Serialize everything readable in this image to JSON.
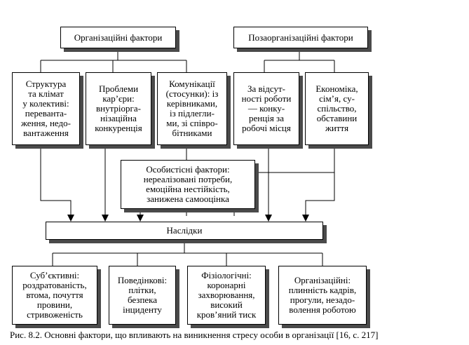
{
  "diagram": {
    "headers": {
      "organizational": "Організаційні фактори",
      "non_organizational": "Позаорганізаційні фактори"
    },
    "factors": [
      {
        "key": "structure",
        "text": "Структура\nта клімат\nу колективі:\nперевантa-\nження, недо-\nвантаження"
      },
      {
        "key": "career",
        "text": "Проблеми\nкар’єри:\nвнутріорга-\nнізаційна\nконкуренція"
      },
      {
        "key": "communication",
        "text": "Комунікації\n(стосунки): із\nкерівниками,\nіз підлегли-\nми, зі співро-\nбітниками"
      },
      {
        "key": "unemployment",
        "text": "За відсут-\nності роботи\n— конку-\nренція за\nробочі місця"
      },
      {
        "key": "economy",
        "text": "Економіка,\nсім’я, су-\nспільство,\nобставини\nжиття"
      }
    ],
    "personal_factors": "Особистісні фактори:\nнереалізовані потреби,\nемоційна нестійкість,\nзанижена самооцінка",
    "consequences": "Наслідки",
    "outcomes": [
      {
        "key": "subjective",
        "text": "Суб’єктивні:\nроздратованість,\nвтома, почуття\nпровини,\nстривоженість"
      },
      {
        "key": "behavioral",
        "text": "Поведінкові:\nплітки,\nбезпека\nінциденту"
      },
      {
        "key": "physiological",
        "text": "Фізіологічні:\nкоронарні\nзахворювання,\nвисокий\nкров’яний тиск"
      },
      {
        "key": "organizational",
        "text": "Організаційні:\nплинність кадрів,\nпрогули, незадо-\nволення роботою"
      }
    ],
    "caption": "Рис. 8.2. Основні фактори, що впливають  на виникнення стресу особи в організації [16, с. 217]"
  }
}
